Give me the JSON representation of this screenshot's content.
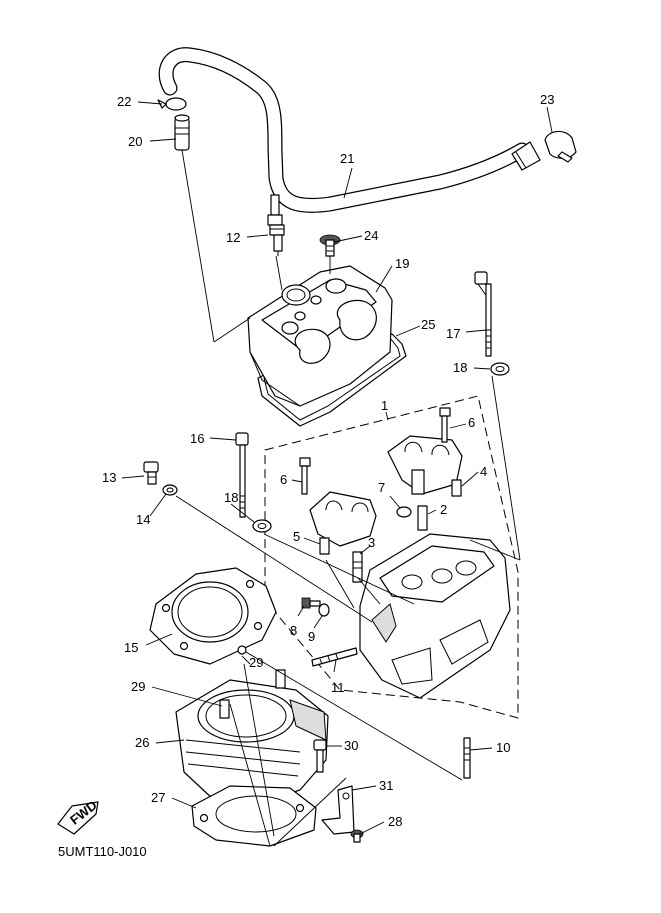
{
  "diagram_code": "5UMT110-J010",
  "fwd_label": "FWD",
  "callouts": {
    "c1": "1",
    "c2": "2",
    "c3": "3",
    "c4": "4",
    "c5": "5",
    "c6a": "6",
    "c6b": "6",
    "c7": "7",
    "c8": "8",
    "c9": "9",
    "c10": "10",
    "c11": "11",
    "c12": "12",
    "c13": "13",
    "c14": "14",
    "c15": "15",
    "c16": "16",
    "c17": "17",
    "c18a": "18",
    "c18b": "18",
    "c19": "19",
    "c20": "20",
    "c21": "21",
    "c22": "22",
    "c23": "23",
    "c24": "24",
    "c25": "25",
    "c26": "26",
    "c27": "27",
    "c28": "28",
    "c29a": "29",
    "c29b": "29",
    "c30": "30",
    "c31": "31"
  }
}
